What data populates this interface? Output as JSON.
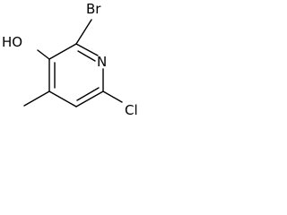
{
  "molecule": {
    "atoms": {
      "hydroxyl": "HO",
      "bromine": "Br",
      "nitrogen": "N",
      "chlorine": "Cl"
    }
  }
}
